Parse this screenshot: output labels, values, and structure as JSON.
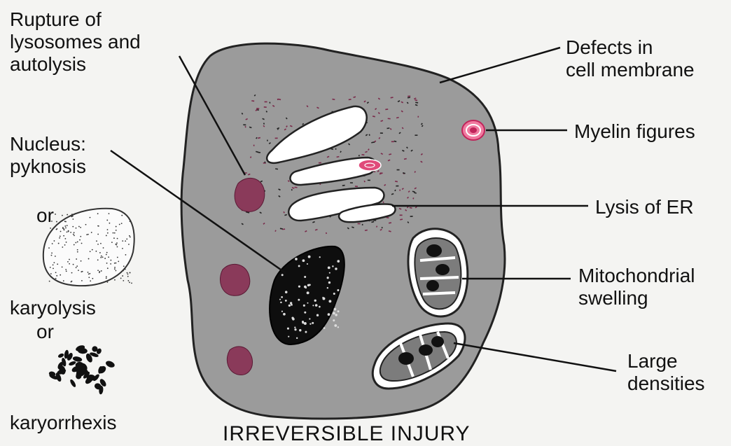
{
  "labels": {
    "rupture": [
      "Rupture of",
      "lysosomes and",
      "autolysis"
    ],
    "nucleus": [
      "Nucleus:",
      "pyknosis"
    ],
    "or1": "or",
    "karyolysis": "karyolysis",
    "or2": "or",
    "karyorrhexis": "karyorrhexis",
    "defects": [
      "Defects in",
      "cell membrane"
    ],
    "myelin": "Myelin figures",
    "lysis_er": "Lysis of ER",
    "mito": [
      "Mitochondrial",
      "swelling"
    ],
    "densities": [
      "Large",
      "densities"
    ]
  },
  "footer": "IRREVERSIBLE INJURY",
  "colors": {
    "cell_fill": "#9a9a9a",
    "lysosome": "#8a3a5a",
    "myelin": "#e04a7a",
    "nucleus": "#111111"
  }
}
